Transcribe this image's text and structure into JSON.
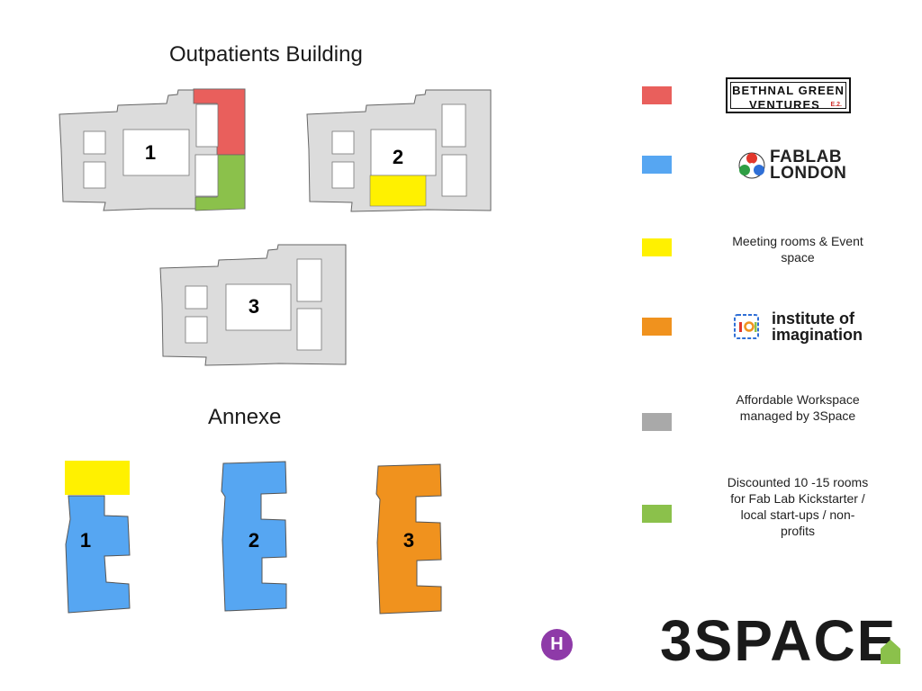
{
  "titles": {
    "outpatients": "Outpatients Building",
    "annexe": "Annexe"
  },
  "floors": {
    "outpatients": [
      "1",
      "2",
      "3"
    ],
    "annexe": [
      "1",
      "2",
      "3"
    ]
  },
  "colors": {
    "red": "#e95f5c",
    "blue": "#56a6f2",
    "yellow": "#fff100",
    "orange": "#f0921e",
    "grey": "#a9a9a9",
    "green": "#8bc14b",
    "building": "#dcdcdc",
    "accent_purple": "#8e3aa8"
  },
  "legend": [
    {
      "color": "red",
      "logo": "bethnal-green-ventures-logo",
      "logo_text": [
        "BETHNAL GREEN",
        "VENTURES",
        "E.2."
      ]
    },
    {
      "color": "blue",
      "logo": "fablab-london-logo",
      "logo_text": [
        "FABLAB",
        "LONDON"
      ]
    },
    {
      "color": "yellow",
      "text": "Meeting rooms & Event space"
    },
    {
      "color": "orange",
      "logo": "institute-of-imagination-logo",
      "logo_text": [
        "institute of",
        "imagination"
      ]
    },
    {
      "color": "grey",
      "text": "Affordable Workspace managed by 3Space"
    },
    {
      "color": "green",
      "text": "Discounted 10 -15 rooms for Fab Lab Kickstarter / local start-ups / non-profits"
    }
  ],
  "brand": {
    "logo_text": "3SPACE",
    "badge_letter": "H"
  }
}
